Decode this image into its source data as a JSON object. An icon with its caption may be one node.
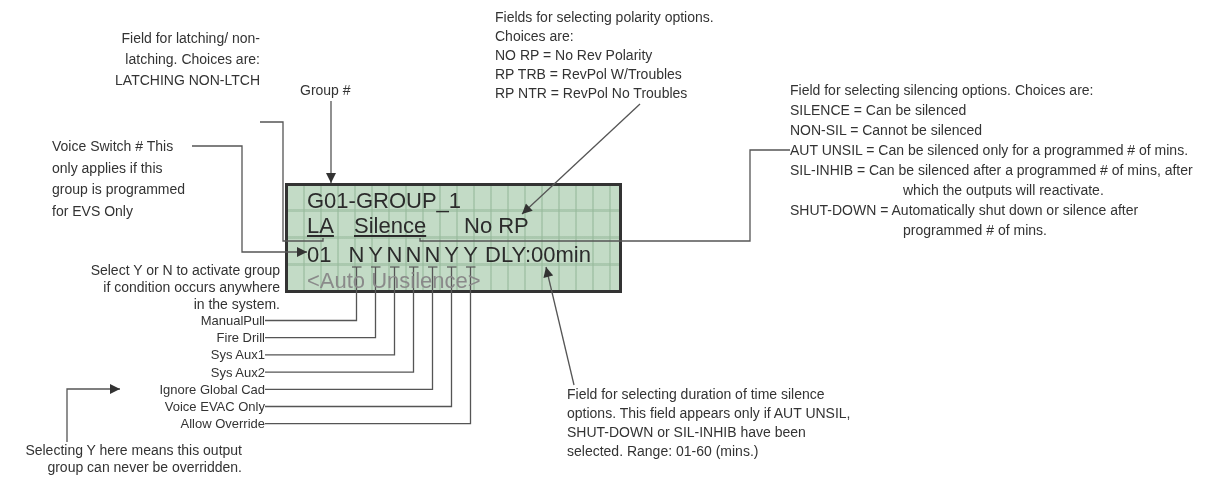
{
  "diagram": {
    "nodes": [
      {
        "text": [],
        "shape": "box"
      },
      {
        "text": [
          "G01-GROUP_1"
        ],
        "in": 0
      },
      {
        "text": [
          "LA"
        ],
        "in": 0
      },
      {
        "text": [
          "Silence"
        ],
        "in": 0
      },
      {
        "text": [
          "No RP"
        ],
        "in": 0
      },
      {
        "text": [
          "01"
        ],
        "in": 0
      },
      {
        "text": [
          "N"
        ],
        "in": 0
      },
      {
        "text": [
          "Y"
        ],
        "in": 0
      },
      {
        "text": [
          "N"
        ],
        "in": 0
      },
      {
        "text": [
          "N"
        ],
        "in": 0
      },
      {
        "text": [
          "N"
        ],
        "in": 0
      },
      {
        "text": [
          "Y"
        ],
        "in": 0
      },
      {
        "text": [
          "Y"
        ],
        "in": 0
      },
      {
        "text": [
          "DLY:00min"
        ],
        "in": 0
      },
      {
        "text": [
          "<Auto Unsilence>"
        ],
        "in": 0
      },
      {
        "text": [
          "Group #"
        ]
      },
      {
        "text": [
          "Field for latching/ non-latching. Choices are: LATCHING NON-LTCH"
        ]
      },
      {
        "text": [
          "Voice Switch # This only applies if this group is programmed for EVS Only"
        ]
      },
      {
        "text": [
          "Fields for selecting polarity options. Choices are:",
          "NO RP = No Rev Polarity",
          "RP TRB = RevPol W/Troubles",
          "RP NTR = RevPol No Troubles"
        ]
      },
      {
        "text": [
          "Field for selecting silencing options. Choices are:",
          "SILENCE = Can be silenced",
          "NON-SIL = Cannot be silenced",
          "AUT UNSIL = Can be silenced only for a programmed # of mins.",
          "SIL-INHIB = Can be silenced after a programmed # of mins, after which the outputs will reactivate.",
          "SHUT-DOWN = Automatically shut down or silence after programmed # of mins."
        ]
      },
      {
        "text": [
          "ManualPull"
        ]
      },
      {
        "text": [
          "Fire Drill"
        ]
      },
      {
        "text": [
          "Sys Aux1"
        ]
      },
      {
        "text": [
          "Sys Aux2"
        ]
      },
      {
        "text": [
          "Ignore Global Cad"
        ]
      },
      {
        "text": [
          "Voice EVAC Only"
        ]
      },
      {
        "text": [
          "Allow Override"
        ]
      },
      {
        "text": [
          "Selecting Y here means this output group can never be overridden."
        ]
      },
      {
        "text": [
          "Field for selecting duration of time silence options. This field appears only if AUT UNSIL, SHUT-DOWN or SIL-INHIB have been selected. Range: 01-60 (mins.)"
        ]
      }
    ],
    "edges": [
      {
        "from": 15,
        "to": 0,
        "arrow": "to"
      },
      {
        "from": 16,
        "to": 2,
        "arrow": "none"
      },
      {
        "from": 17,
        "to": 5,
        "arrow": "to"
      },
      {
        "from": 18,
        "to": 4,
        "arrow": "to"
      },
      {
        "from": 19,
        "to": 3,
        "arrow": "none"
      },
      {
        "from": 20,
        "to": 6,
        "arrow": "other"
      },
      {
        "from": 21,
        "to": 7,
        "arrow": "other"
      },
      {
        "from": 22,
        "to": 8,
        "arrow": "other"
      },
      {
        "from": 23,
        "to": 9,
        "arrow": "other"
      },
      {
        "from": 24,
        "to": 10,
        "arrow": "other"
      },
      {
        "from": 25,
        "to": 11,
        "arrow": "other"
      },
      {
        "from": 26,
        "to": 12,
        "arrow": "other"
      },
      {
        "from": 27,
        "to": 24,
        "arrow": "to"
      },
      {
        "from": 28,
        "to": 13,
        "arrow": "to"
      }
    ],
    "labels": [
      "Select Y or N to activate group if condition occurs anywhere in the system."
    ]
  }
}
